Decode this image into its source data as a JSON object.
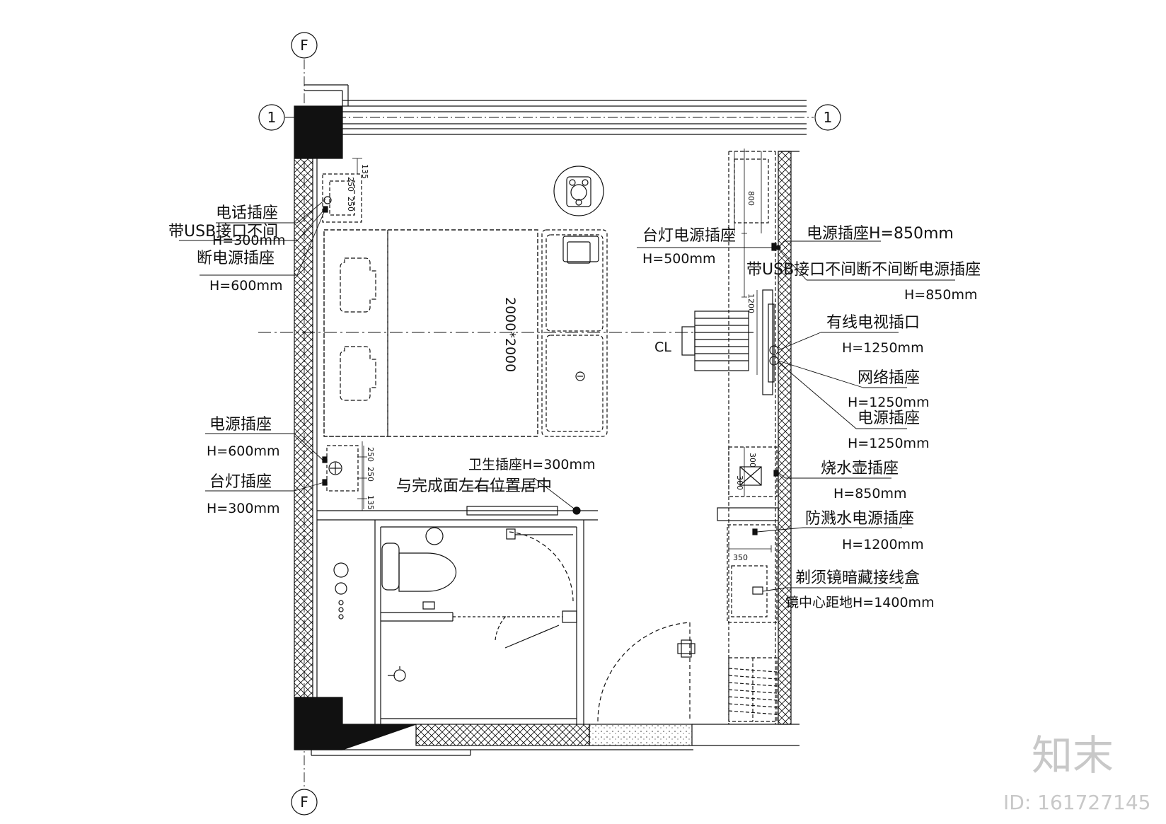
{
  "grid": {
    "axis_top": "F",
    "axis_bottom": "F",
    "axis_left": "1",
    "axis_right": "1"
  },
  "bed": {
    "size": "2000*2000"
  },
  "center_mark": "CL",
  "dimensions": {
    "d_135_top": "135",
    "d_250_a": "250",
    "d_250_b": "250",
    "d_250_c": "250",
    "d_250_d": "250",
    "d_135_bottom": "135",
    "d_800": "800",
    "d_1200": "1200",
    "d_300_a": "300",
    "d_300_b": "300",
    "d_350": "350"
  },
  "labels_left": {
    "phone_socket": "电话插座",
    "phone_height": "H=300mm",
    "usb_socket_1": "带USB接口不间",
    "usb_socket_2": "断电源插座",
    "usb_height": "H=600mm",
    "power_socket": "电源插座",
    "power_height": "H=600mm",
    "lamp_socket": "台灯插座",
    "lamp_height": "H=300mm"
  },
  "labels_center": {
    "hygiene_socket": "卫生插座H=300mm",
    "hygiene_note": "与完成面左右位置居中"
  },
  "labels_right": {
    "desk_lamp_socket": "台灯电源插座",
    "desk_lamp_height": "H=500mm",
    "power_850": "电源插座H=850mm",
    "usb_850": "带USB接口不间断不间断电源插座",
    "usb_850_height": "H=850mm",
    "catv": "有线电视插口",
    "catv_height": "H=1250mm",
    "network": "网络插座",
    "network_height": "H=1250mm",
    "power_1250": "电源插座",
    "power_1250_height": "H=1250mm",
    "kettle": "烧水壶插座",
    "kettle_height": "H=850mm",
    "splash": "防溅水电源插座",
    "splash_height": "H=1200mm",
    "mirror": "剃须镜暗藏接线盒",
    "mirror_height": "镜中心距地H=1400mm"
  },
  "watermark": {
    "brand": "知末",
    "id": "ID: 161727145"
  }
}
